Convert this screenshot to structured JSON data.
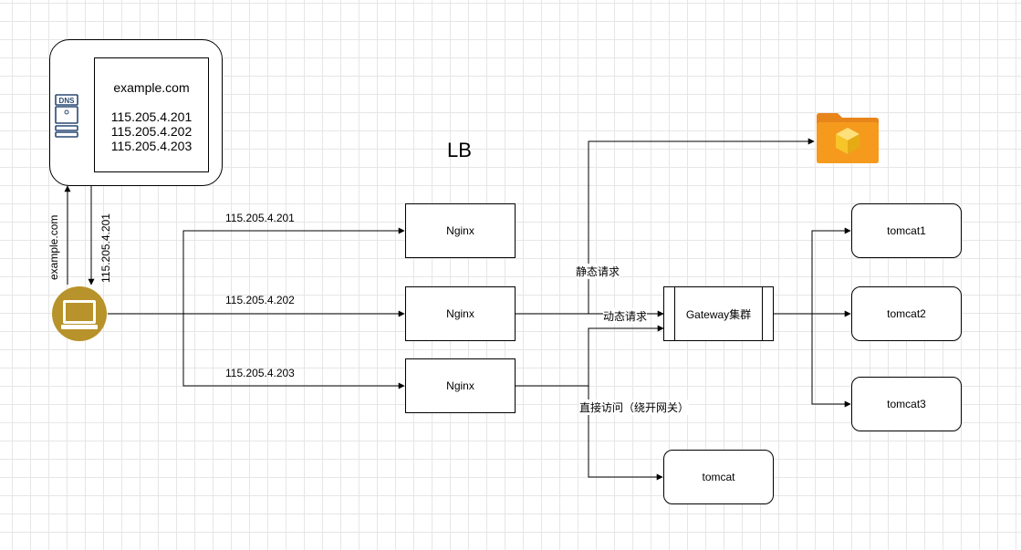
{
  "dns_panel": {
    "icon_label": "DNS",
    "domain": "example.com",
    "ips": [
      "115.205.4.201",
      "115.205.4.202",
      "115.205.4.203"
    ]
  },
  "title": "LB",
  "client_links": {
    "query_label": "example.com",
    "answer_label": "115.205.4.201"
  },
  "routes": [
    "115.205.4.201",
    "115.205.4.202",
    "115.205.4.203"
  ],
  "nginx": [
    "Nginx",
    "Nginx",
    "Nginx"
  ],
  "gateway": "Gateway集群",
  "edge_labels": {
    "static": "静态请求",
    "dynamic": "动态请求",
    "direct": "直接访问（绕开网关）"
  },
  "backends": [
    "tomcat1",
    "tomcat2",
    "tomcat3"
  ],
  "direct_backend": "tomcat",
  "colors": {
    "client_icon": "#b8922a",
    "folder": "#f59a1d",
    "folder_cube": "#f7c52a"
  }
}
